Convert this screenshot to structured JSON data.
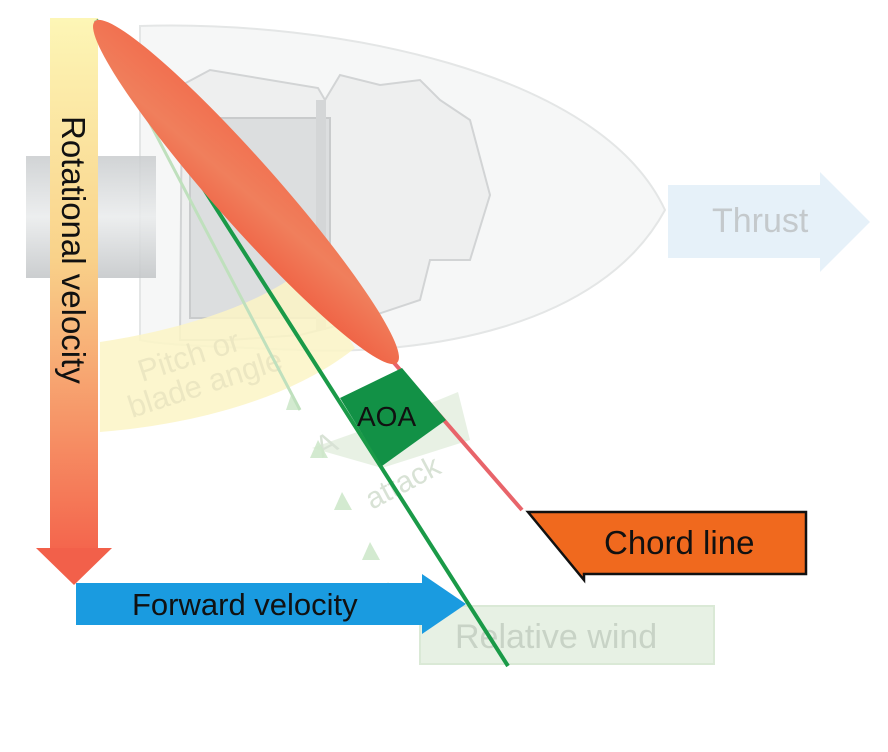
{
  "labels": {
    "rotational_velocity": "Rotational velocity",
    "forward_velocity": "Forward velocity",
    "thrust": "Thrust",
    "pitch_line1": "Pitch or",
    "pitch_line2": "blade angle",
    "aoa": "AOA",
    "angle_of_attack_line1": "A",
    "angle_of_attack_line2": "attack",
    "chord_line": "Chord line",
    "relative_wind": "Relative wind"
  },
  "colors": {
    "blade": "#f26a4b",
    "chord_line": "#e8646a",
    "relative_wind_line": "#1a9a48",
    "aoa_fill": "#129146",
    "forward_arrow": "#1a9be0",
    "chord_callout": "#f0691e",
    "thrust_arrow": "#d6e9f6",
    "faded_green": "#dfeedd",
    "faded_yellow": "#fbf5c6"
  },
  "icons": {
    "propeller": "propeller-spinner-icon"
  }
}
